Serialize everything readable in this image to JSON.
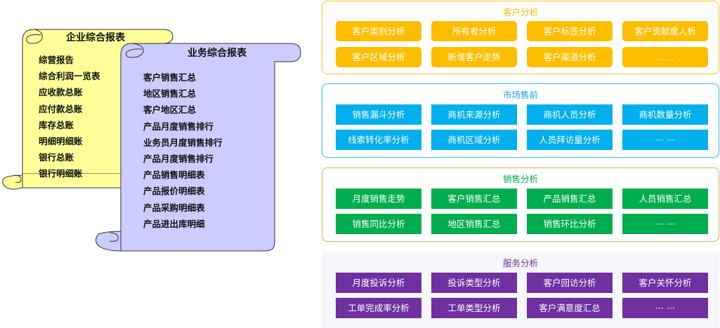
{
  "left_reports": [
    {
      "title": "企业综合报表",
      "fill": "#ffff99",
      "items": [
        "综营报告",
        "综合利润一览表",
        "应收款总账",
        "应付款总账",
        "库存总账",
        "明细明细账",
        "银行总账",
        "银行明细账"
      ]
    },
    {
      "title": "业务综合报表",
      "fill": "#ccccff",
      "items": [
        "客户销售汇总",
        "地区销售汇总",
        "客户地区汇总",
        "产品月度销售排行",
        "业务员月度销售排行",
        "产品月度销售排行",
        "产品销售明细表",
        "产品报价明细表",
        "产品采购明细表",
        "产品进出库明细"
      ]
    }
  ],
  "panels": [
    {
      "id": "customer",
      "title": "客户分析",
      "color": "#fdbe00",
      "items": [
        "客户类别分析",
        "所有者分析",
        "客户标签分析",
        "客户贡献度人析",
        "客户区域分析",
        "新增客户走势",
        "客户渠道分析",
        "……"
      ]
    },
    {
      "id": "market",
      "title": "市场售前",
      "color": "#00afec",
      "items": [
        "销售漏斗分析",
        "商机来源分析",
        "商机人员分析",
        "商机数量分析",
        "线索转化率分析",
        "商机区域分析",
        "人员拜访量分析",
        "··· ···"
      ]
    },
    {
      "id": "sales",
      "title": "销售分析",
      "color": "#00ad4e",
      "items": [
        "月度销售走势",
        "客户销售汇总",
        "产品销售汇总",
        "人员销售汇总",
        "销售同比分析",
        "地区销售汇总",
        "销售环比分析",
        "··· ···"
      ]
    },
    {
      "id": "service",
      "title": "服务分析",
      "color": "#7030a0",
      "items": [
        "月度投诉分析",
        "投诉类型分析",
        "客户回访分析",
        "客户关怀分析",
        "工单完成率分析",
        "工单类型分析",
        "客户满意度汇总",
        "··· ···"
      ]
    }
  ]
}
